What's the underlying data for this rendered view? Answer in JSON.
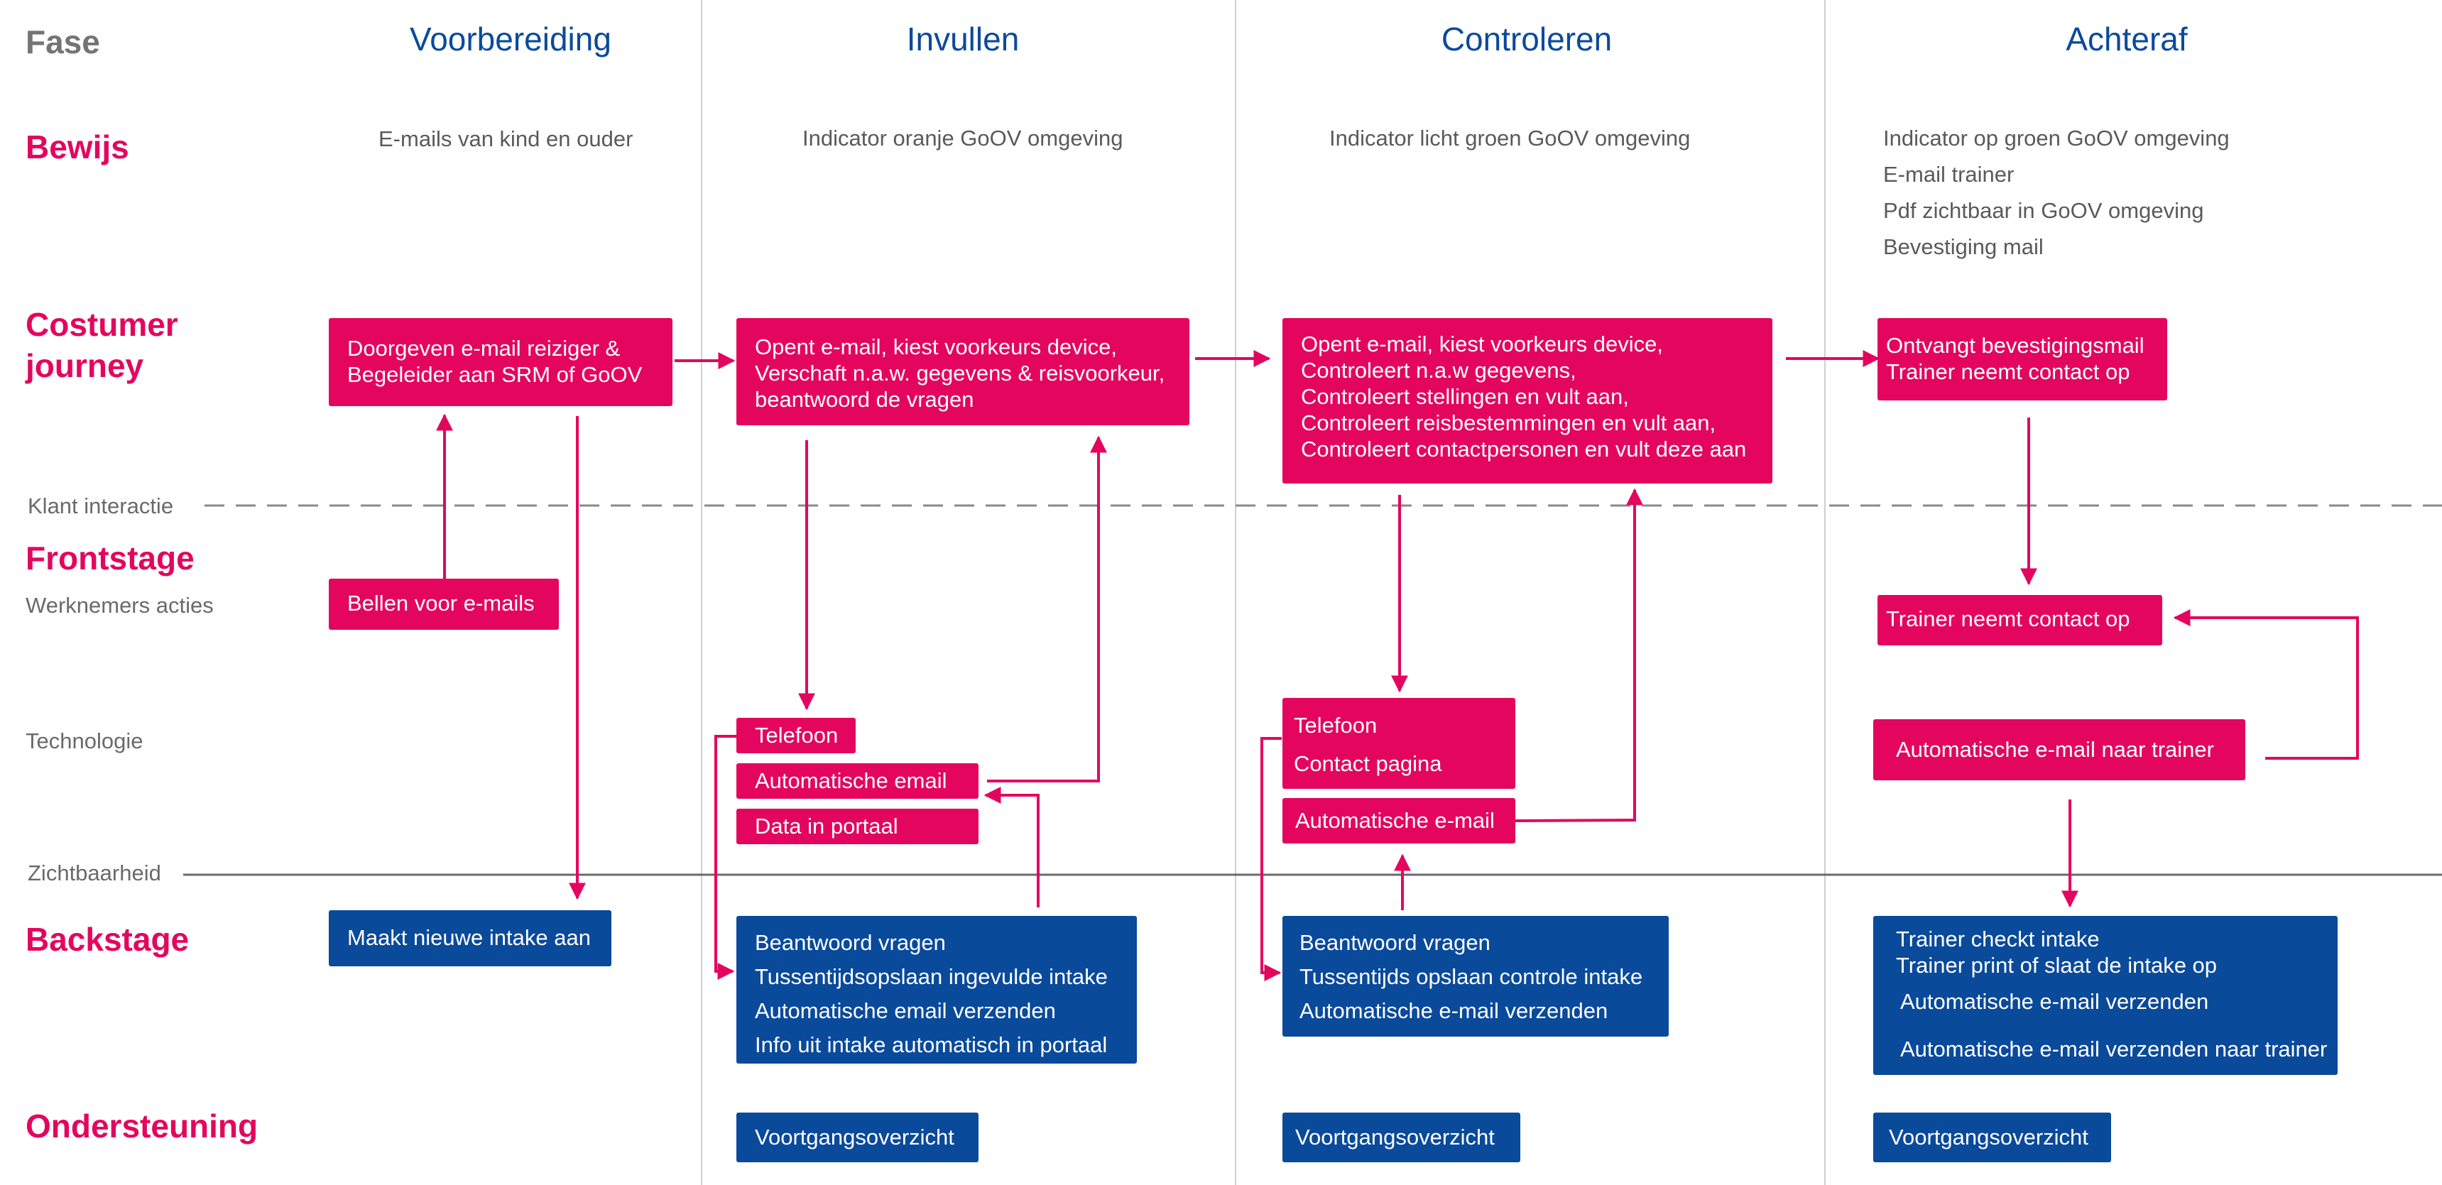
{
  "fase_label": "Fase",
  "phases": [
    "Voorbereiding",
    "Invullen",
    "Controleren",
    "Achteraf"
  ],
  "rows": {
    "bewijs": "Bewijs",
    "customer_journey": [
      "Costumer",
      "journey"
    ],
    "klant_interactie": "Klant interactie",
    "frontstage": "Frontstage",
    "werknemers_acties": "Werknemers acties",
    "technologie": "Technologie",
    "zichtbaarheid": "Zichtbaarheid",
    "backstage": "Backstage",
    "ondersteuning": "Ondersteuning"
  },
  "evidence": {
    "voorbereiding": "E-mails van kind en ouder",
    "invullen": "Indicator oranje GoOV omgeving",
    "controleren": "Indicator licht groen GoOV omgeving",
    "achteraf": [
      "Indicator op groen GoOV omgeving",
      "E-mail trainer",
      "Pdf zichtbaar in GoOV omgeving",
      "Bevestiging mail"
    ]
  },
  "journey": {
    "voorbereiding": [
      "Doorgeven e-mail reiziger &",
      "Begeleider aan SRM of GoOV"
    ],
    "invullen": [
      "Opent e-mail, kiest voorkeurs device,",
      "Verschaft n.a.w. gegevens & reisvoorkeur,",
      "beantwoord de vragen"
    ],
    "controleren": [
      "Opent e-mail, kiest voorkeurs device,",
      "Controleert n.a.w gegevens,",
      "Controleert stellingen en vult aan,",
      "Controleert reisbestemmingen en vult aan,",
      "Controleert contactpersonen en vult deze aan"
    ],
    "achteraf": [
      "Ontvangt bevestigingsmail",
      "Trainer neemt contact op"
    ]
  },
  "frontstage": {
    "voorbereiding": "Bellen voor e-mails",
    "achteraf": "Trainer neemt contact op"
  },
  "technology": {
    "invullen": [
      "Telefoon",
      "Automatische email",
      "Data in portaal"
    ],
    "controleren_box": [
      "Telefoon",
      "Contact pagina"
    ],
    "controleren_mail": "Automatische e-mail",
    "achteraf": "Automatische e-mail naar trainer"
  },
  "backstage": {
    "voorbereiding": "Maakt nieuwe intake aan",
    "invullen": [
      "Beantwoord vragen",
      "Tussentijdsopslaan ingevulde intake",
      "Automatische email verzenden",
      "Info uit intake automatisch in portaal"
    ],
    "controleren": [
      "Beantwoord vragen",
      "Tussentijds opslaan controle intake",
      "Automatische e-mail verzenden"
    ],
    "achteraf": [
      "Trainer checkt intake",
      "Trainer print of slaat de intake op",
      "Automatische e-mail verzenden",
      "Automatische e-mail verzenden naar trainer"
    ]
  },
  "support": {
    "invullen": "Voortgangsoverzicht",
    "controleren": "Voortgangsoverzicht",
    "achteraf": "Voortgangsoverzicht"
  },
  "colors": {
    "pink": "#e4065e",
    "blue": "#0a4a9b",
    "grey": "#747474"
  }
}
